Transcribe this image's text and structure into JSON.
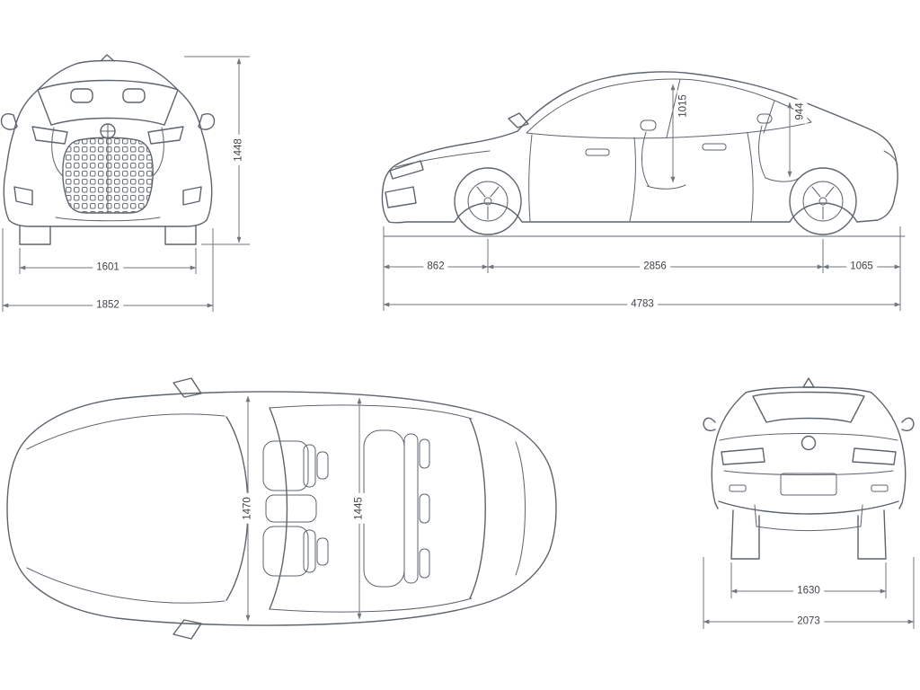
{
  "diagram": {
    "views": {
      "front": {
        "height": "1448",
        "track_width": "1601",
        "overall_width": "1852"
      },
      "side": {
        "front_headroom": "1015",
        "rear_headroom": "944",
        "front_overhang": "862",
        "wheelbase": "2856",
        "rear_overhang": "1065",
        "overall_length": "4783"
      },
      "top": {
        "front_cabin_width": "1470",
        "rear_cabin_width": "1445"
      },
      "rear": {
        "track_width": "1630",
        "width_with_mirrors": "2073"
      }
    },
    "colors": {
      "background": "#ffffff",
      "car_line": "#5d646d",
      "dimension_line": "#70767d",
      "label_text": "#3f444a"
    }
  }
}
